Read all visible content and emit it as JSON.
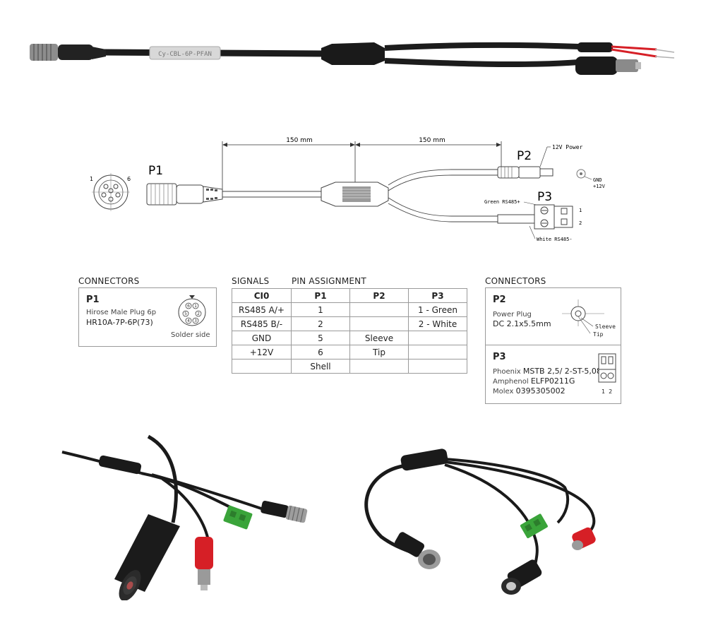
{
  "photo_top": {
    "cable_label": "Cy-CBL-6P-PFAN"
  },
  "drawing": {
    "dim_left": "150 mm",
    "dim_right": "150 mm",
    "p1_label": "P1",
    "p2_label": "P2",
    "p3_label": "P3",
    "pin_left": "1",
    "pin_right": "6",
    "p2_callout": "12V Power",
    "p2_gnd": "GND",
    "p2_plus": "+12V",
    "p3_green": "Green RS485+",
    "p3_white": "White RS485-",
    "p3_pin1": "1",
    "p3_pin2": "2"
  },
  "connectors_left": {
    "title": "CONNECTORS",
    "p1": {
      "label": "P1",
      "desc": "Hirose Male Plug 6p",
      "part": "HR10A-7P-6P(73)",
      "note": "Solder side"
    }
  },
  "signals": {
    "title": "SIGNALS",
    "pin_title": "PIN ASSIGNMENT",
    "headers": [
      "CI0",
      "P1",
      "P2",
      "P3"
    ],
    "rows": [
      [
        "RS485 A/+",
        "1",
        "",
        "1 - Green"
      ],
      [
        "RS485 B/-",
        "2",
        "",
        "2 - White"
      ],
      [
        "GND",
        "5",
        "Sleeve",
        ""
      ],
      [
        "+12V",
        "6",
        "Tip",
        ""
      ],
      [
        "",
        "Shell",
        "",
        ""
      ]
    ]
  },
  "connectors_right": {
    "title": "CONNECTORS",
    "p2": {
      "label": "P2",
      "desc": "Power Plug",
      "spec": "DC 2.1x5.5mm",
      "sleeve": "Sleeve",
      "tip": "Tip"
    },
    "p3": {
      "label": "P3",
      "line1_plain": "Phoenix ",
      "line1_bold": "MSTB 2,5/ 2-ST-5,08",
      "line2_plain": "Amphenol ",
      "line2_bold": "ELFP0211G",
      "line3_plain": "Molex ",
      "line3_bold": "0395305002",
      "pin_labels": "1  2"
    }
  },
  "colors": {
    "cable": "#1a1a1a",
    "red_wire": "#d61f26",
    "terminal_green": "#3aa43a"
  }
}
